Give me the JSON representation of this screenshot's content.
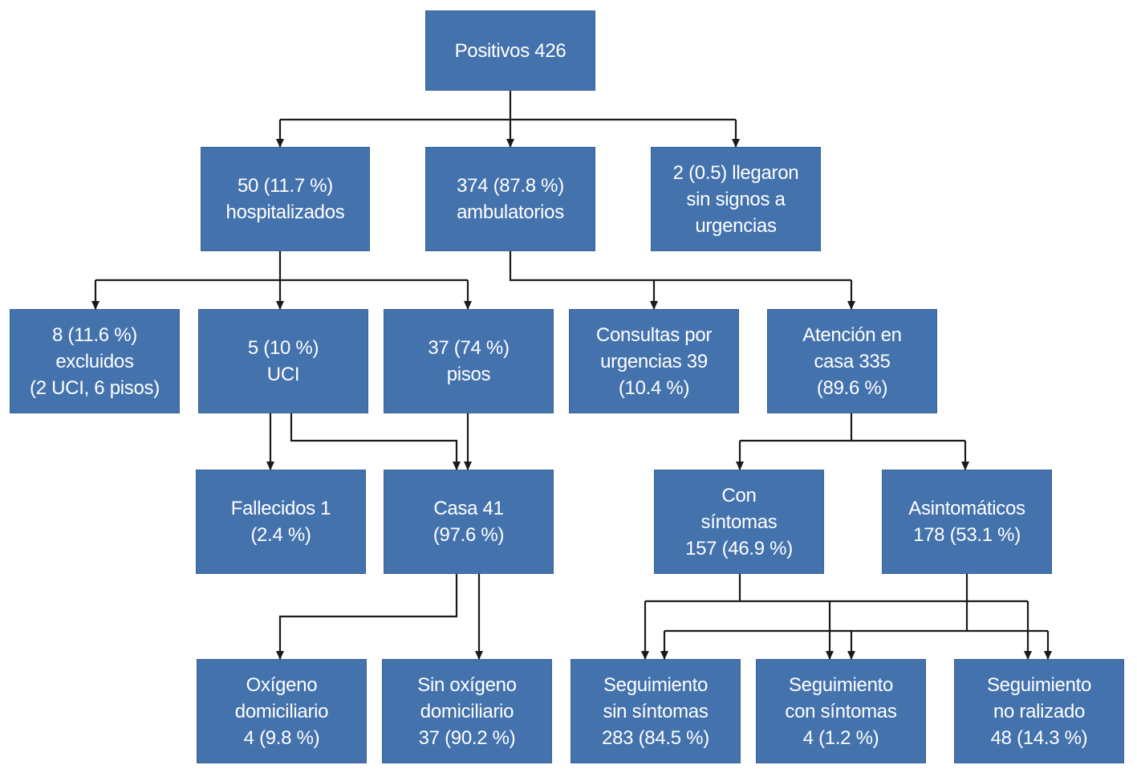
{
  "colors": {
    "box_fill": "#4472ad",
    "box_text": "#ffffff",
    "connector": "#1a1a1a"
  },
  "nodes": {
    "positivos": {
      "lines": [
        "Positivos 426"
      ]
    },
    "hospitalizados": {
      "lines": [
        "50 (11.7 %)",
        "hospitalizados"
      ]
    },
    "ambulatorios": {
      "lines": [
        "374 (87.8 %)",
        "ambulatorios"
      ]
    },
    "sin_signos": {
      "lines": [
        "2 (0.5) llegaron",
        "sin signos a",
        "urgencias"
      ]
    },
    "excluidos": {
      "lines": [
        "8 (11.6 %)",
        "excluidos",
        "(2 UCI, 6 pisos)"
      ]
    },
    "uci": {
      "lines": [
        "5 (10 %)",
        "UCI"
      ]
    },
    "pisos": {
      "lines": [
        "37 (74 %)",
        "pisos"
      ]
    },
    "consultas": {
      "lines": [
        "Consultas por",
        "urgencias 39",
        "(10.4 %)"
      ]
    },
    "atencion": {
      "lines": [
        "Atención en",
        "casa 335",
        "(89.6 %)"
      ]
    },
    "fallecidos": {
      "lines": [
        "Fallecidos 1",
        "(2.4 %)"
      ]
    },
    "casa": {
      "lines": [
        "Casa 41",
        "(97.6 %)"
      ]
    },
    "con_sintomas": {
      "lines": [
        "Con",
        "síntomas",
        "157 (46.9 %)"
      ]
    },
    "asintomaticos": {
      "lines": [
        "Asintomáticos",
        "178 (53.1 %)"
      ]
    },
    "oxigeno": {
      "lines": [
        "Oxígeno",
        "domiciliario",
        "4 (9.8 %)"
      ]
    },
    "sin_oxigeno": {
      "lines": [
        "Sin oxígeno",
        "domiciliario",
        "37 (90.2 %)"
      ]
    },
    "seg_sin": {
      "lines": [
        "Seguimiento",
        "sin síntomas",
        "283 (84.5 %)"
      ]
    },
    "seg_con": {
      "lines": [
        "Seguimiento",
        "con síntomas",
        "4 (1.2 %)"
      ]
    },
    "seg_no": {
      "lines": [
        "Seguimiento",
        "no ralizado",
        "48 (14.3 %)"
      ]
    }
  }
}
